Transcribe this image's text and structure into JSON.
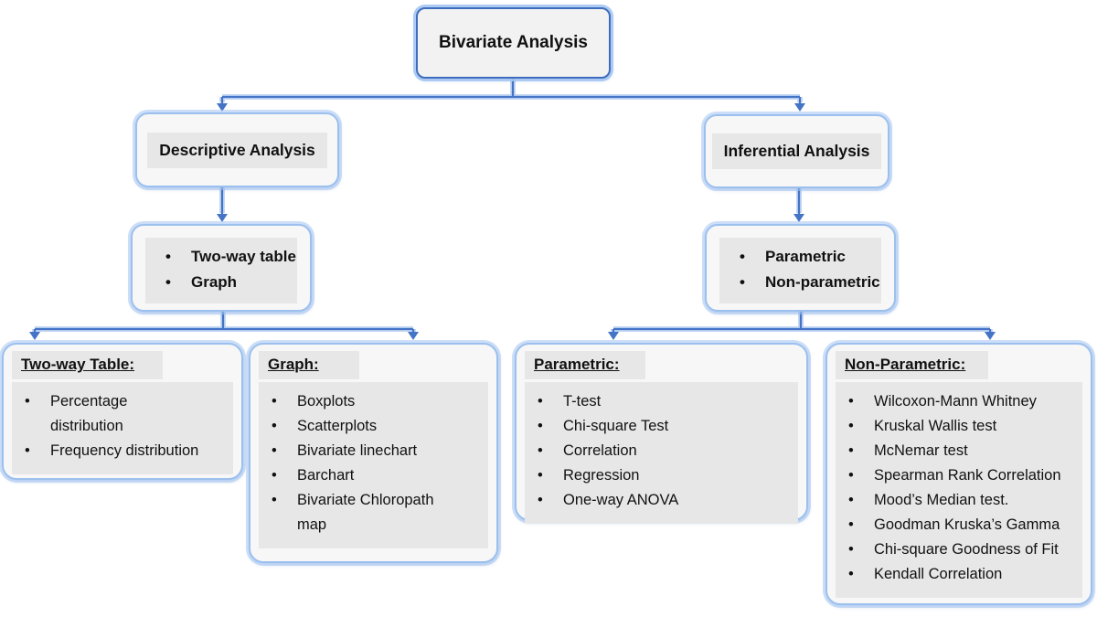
{
  "diagram": {
    "title": "Bivariate Analysis",
    "branches": {
      "descriptive": {
        "label": "Descriptive Analysis"
      },
      "inferential": {
        "label": "Inferential Analysis"
      }
    },
    "types": {
      "descriptive_types": {
        "items": [
          "Two-way table",
          "Graph"
        ]
      },
      "inferential_types": {
        "items": [
          "Parametric",
          "Non-parametric"
        ]
      }
    },
    "leaves": {
      "two_way_table": {
        "heading": "Two-way Table:",
        "items": [
          "Percentage distribution",
          "Frequency distribution"
        ]
      },
      "graph": {
        "heading": "Graph:",
        "items": [
          "Boxplots",
          "Scatterplots",
          "Bivariate linechart",
          "Barchart",
          "Bivariate Chloropath map"
        ]
      },
      "parametric": {
        "heading": "Parametric:",
        "items": [
          "T-test",
          "Chi-square Test",
          "Correlation",
          "Regression",
          "One-way ANOVA"
        ]
      },
      "non_parametric": {
        "heading": "Non-Parametric:",
        "items": [
          "Wilcoxon-Mann Whitney",
          "Kruskal Wallis test",
          "McNemar test",
          "Spearman Rank Correlation",
          "Mood’s Median test.",
          "Goodman Kruska’s Gamma",
          "Chi-square Goodness of Fit",
          "Kendall Correlation"
        ]
      }
    },
    "colors": {
      "connector_blue": "#4374c6",
      "connector_halo": "#b9d0f3",
      "node_border_light": "#9cc0ee",
      "title_border": "#3f6dbd",
      "node_fill": "#f7f7f7",
      "highlight_band": "#e7e7e7",
      "text": "#111111"
    }
  }
}
